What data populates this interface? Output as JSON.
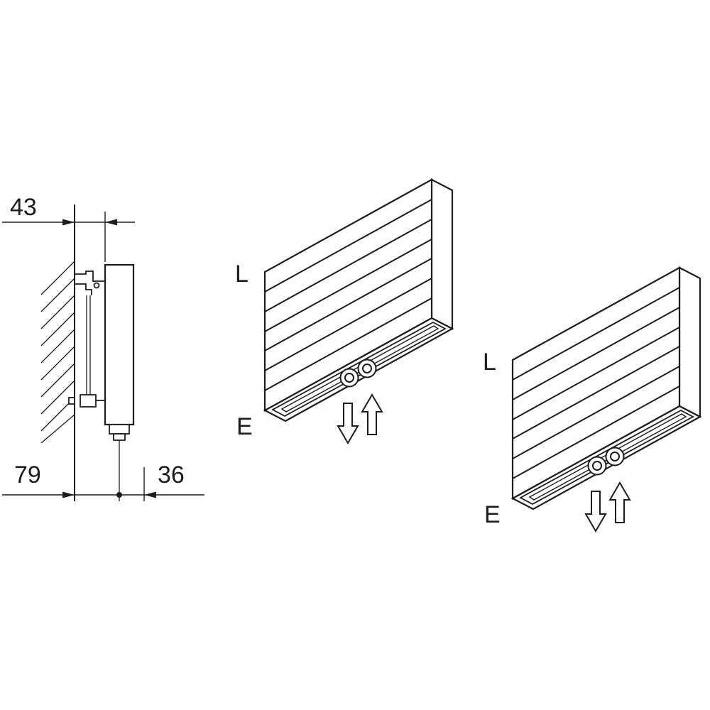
{
  "colors": {
    "line": "#1d1d1b",
    "background": "#ffffff"
  },
  "side_view": {
    "dim_top": "43",
    "dim_bottom_left": "79",
    "dim_bottom_right": "36"
  },
  "isometric_views": [
    {
      "label_top": "L",
      "label_bottom": "E"
    },
    {
      "label_top": "L",
      "label_bottom": "E"
    }
  ]
}
